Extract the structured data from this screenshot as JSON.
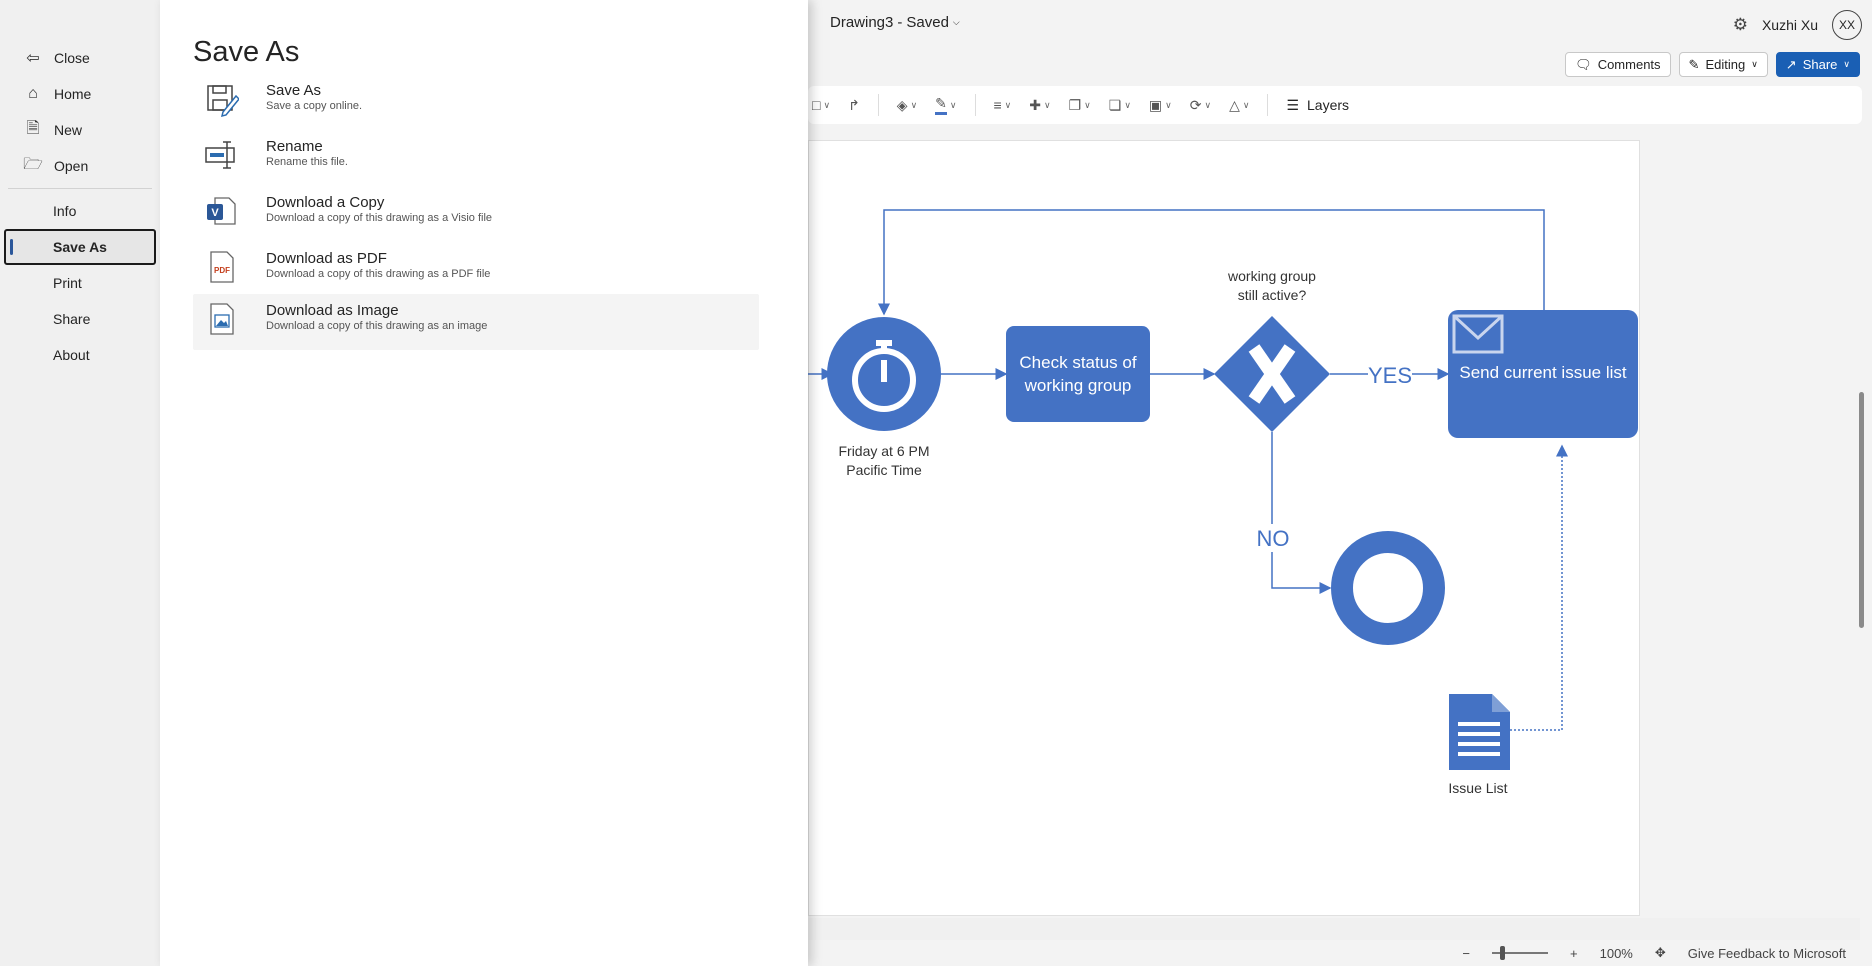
{
  "doc": {
    "title": "Drawing3",
    "separator": "-",
    "status": "Saved"
  },
  "user": {
    "name": "Xuzhi Xu",
    "initials": "XX"
  },
  "command_bar": {
    "comments": "Comments",
    "editing": "Editing",
    "share": "Share"
  },
  "ribbon": {
    "layers": "Layers"
  },
  "nav": {
    "items": [
      {
        "label": "Close",
        "icon": "back-arrow-icon"
      },
      {
        "label": "Home",
        "icon": "home-icon"
      },
      {
        "label": "New",
        "icon": "new-document-icon"
      },
      {
        "label": "Open",
        "icon": "folder-open-icon"
      },
      {
        "label": "Info"
      },
      {
        "label": "Save As"
      },
      {
        "label": "Print"
      },
      {
        "label": "Share"
      },
      {
        "label": "About"
      }
    ],
    "selected": "Save As"
  },
  "panel": {
    "title": "Save As",
    "options": [
      {
        "title": "Save As",
        "desc": "Save a copy online.",
        "icon": "save-as-icon"
      },
      {
        "title": "Rename",
        "desc": "Rename this file.",
        "icon": "rename-icon"
      },
      {
        "title": "Download a Copy",
        "desc": "Download a copy of this drawing as a Visio file",
        "icon": "visio-file-icon"
      },
      {
        "title": "Download as PDF",
        "desc": "Download a copy of this drawing as a PDF file",
        "icon": "pdf-file-icon"
      },
      {
        "title": "Download as Image",
        "desc": "Download a copy of this drawing as an image",
        "icon": "image-file-icon"
      }
    ]
  },
  "diagram": {
    "timer_label_1": "Friday at 6 PM",
    "timer_label_2": "Pacific Time",
    "task_1_line1": "Check status of",
    "task_1_line2": "working group",
    "gateway_label_1": "working group",
    "gateway_label_2": "still active?",
    "yes": "YES",
    "no": "NO",
    "task_2": "Send current issue list",
    "document": "Issue List",
    "shape_color": "#4472c4"
  },
  "status_bar": {
    "zoom": "100%",
    "feedback": "Give Feedback to Microsoft"
  }
}
